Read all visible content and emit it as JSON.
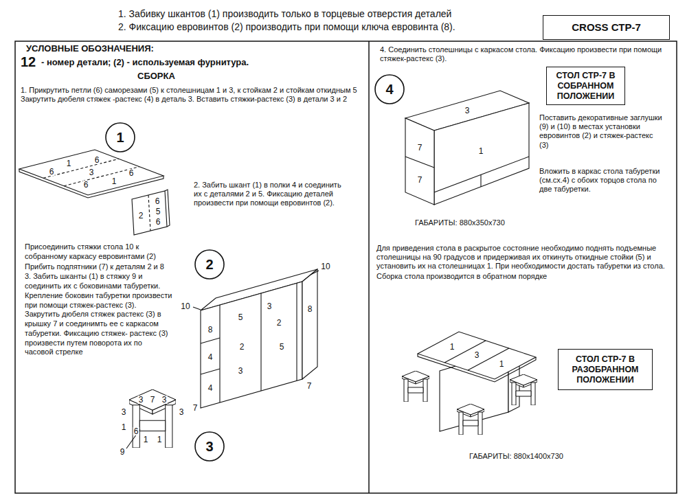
{
  "diagram": {
    "nodes": [
      {
        "text": [
          "CROSS СТР-7"
        ]
      },
      {
        "text": [
          "1"
        ]
      },
      {
        "text": [
          "2"
        ]
      },
      {
        "text": [
          "3"
        ]
      },
      {
        "text": [
          "4"
        ]
      },
      {
        "text": [
          "СТОЛ СТР-7 В СОБРАННОМ ПОЛОЖЕНИИ"
        ]
      },
      {
        "text": [
          "СТОЛ СТР-7 В РАЗОБРАННОМ ПОЛОЖЕНИИ"
        ]
      }
    ],
    "labels": [
      "1. Забивку шкантов (1) производить только в торцевые отверстия деталей",
      "2. Фиксацию евровинтов (2) производить при помощи ключа евровинта (8).",
      "УСЛОВНЫЕ ОБОЗНАЧЕНИЯ:",
      "12",
      "- номер детали; (2) - используемая фурнитура.",
      "СБОРКА",
      "1. Прикрутить петли (6) саморезами (5) к столешницам 1 и 3, к стойкам 2 и стойкам откидным 5 Закрутить дюбеля стяжек -растекс (4) в деталь 3. Вставить стяжки-растекс (3) в детали 3 и 2",
      "2. Забить шкант (1) в полки 4 и соединить их с деталями 2 и 5. Фиксацию деталей произвести при помощи евровинтов (2).",
      "Присоединить стяжки стола 10 к собранному каркасу евровинтами (2)",
      "Прибить подпятники (7) к деталям 2 и 8",
      "3. Забить шканты (1) в стяжку 9 и соединить их с боковинами табуретки. Крепление боковин табуретки произвести при помощи стяжек-растекс (3). Закрутить дюбеля стяжек растекс (3) в крышку 7 и соединимть ее с каркасом табуретки. Фиксацию стяжек- растекс (3) произвести путем поворота их по часовой стрелке",
      "4. Соединить столешницы с каркасом стола. Фиксацию произвести при помощи стяжек-растекс (3).",
      "Поставить декоративные заглушки (9) и (10) в местах установки евровинтов (2) и стяжек-растекс (3)",
      "Вложить в каркас стола табуретки (см.сх.4) с обоих торцов стола по две табуретки.",
      "ГАБАРИТЫ: 880х350х730",
      "Для приведения стола в раскрытое состояние необходимо поднять подъемные столешницы на 90 градусов и придерживая их откинуть откидные стойки (5) и установить их на столешницах 1. При необходимости достать табуретки из стола.",
      "Сборка стола производится в обратном порядке",
      "ГАБАРИТЫ: 880х1400х730",
      "1",
      "6",
      "3",
      "6",
      "6",
      "6",
      "1",
      "2",
      "5",
      "6",
      "6",
      "10",
      "10",
      "5",
      "3",
      "2",
      "8",
      "5",
      "2",
      "8",
      "4",
      "3",
      "4",
      "7",
      "7",
      "7",
      "3",
      "3",
      "3",
      "6",
      "3",
      "1",
      "1",
      "1",
      "9",
      "3",
      "1",
      "7",
      "7",
      "1",
      "3",
      "1"
    ]
  }
}
